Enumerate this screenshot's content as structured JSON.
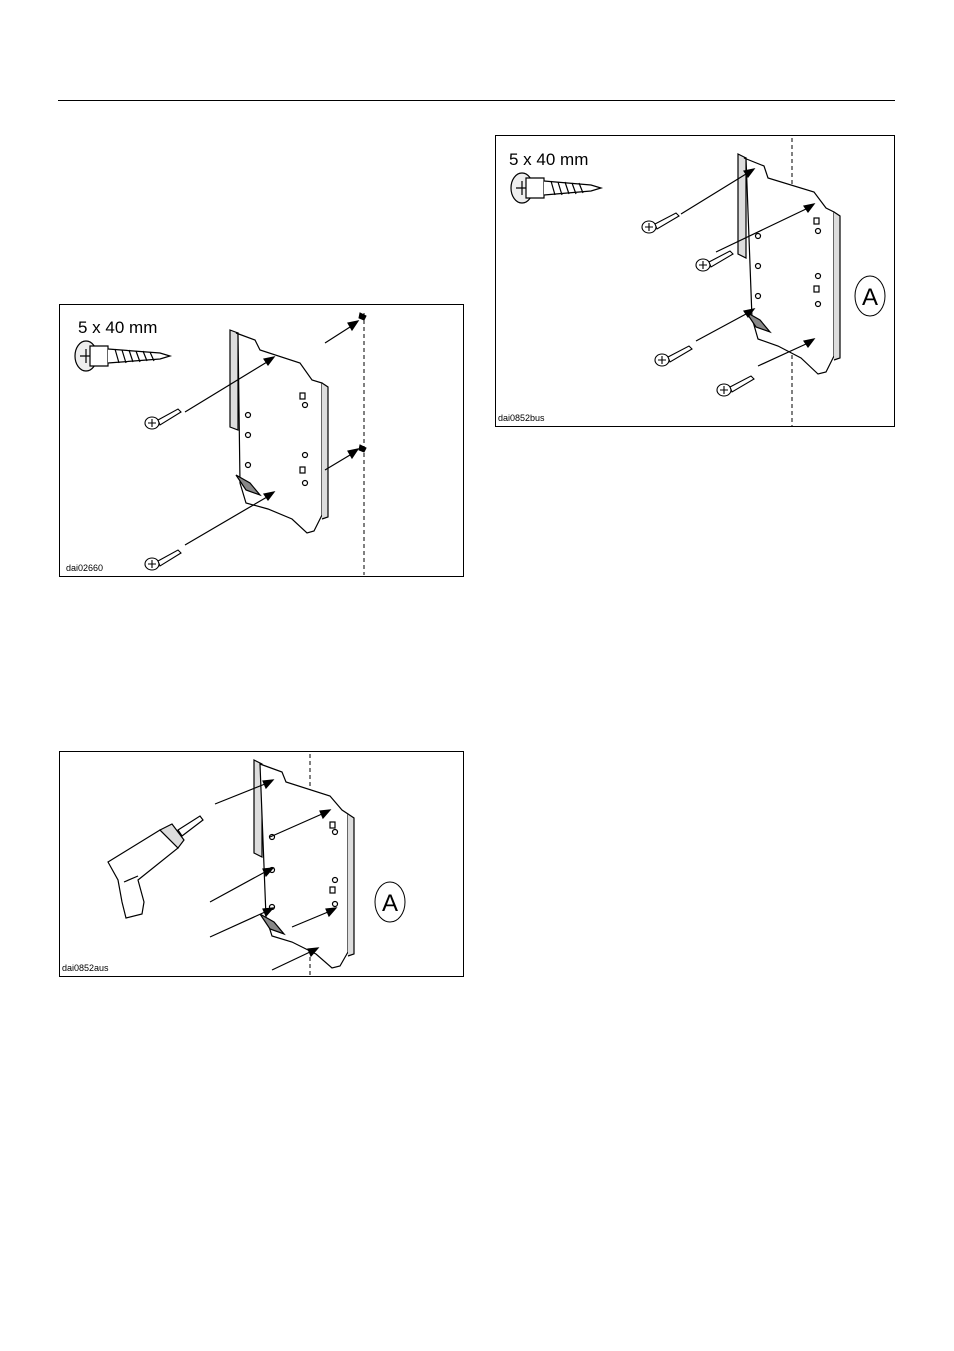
{
  "figures": [
    {
      "id": "fig1",
      "screw_size": "5 x 40 mm",
      "code": "dai02660",
      "marker": ""
    },
    {
      "id": "fig2",
      "screw_size": "5 x 40 mm",
      "code": "dai0852bus",
      "marker": "A"
    },
    {
      "id": "fig3",
      "screw_size": "",
      "code": "dai0852aus",
      "marker": "A"
    }
  ]
}
